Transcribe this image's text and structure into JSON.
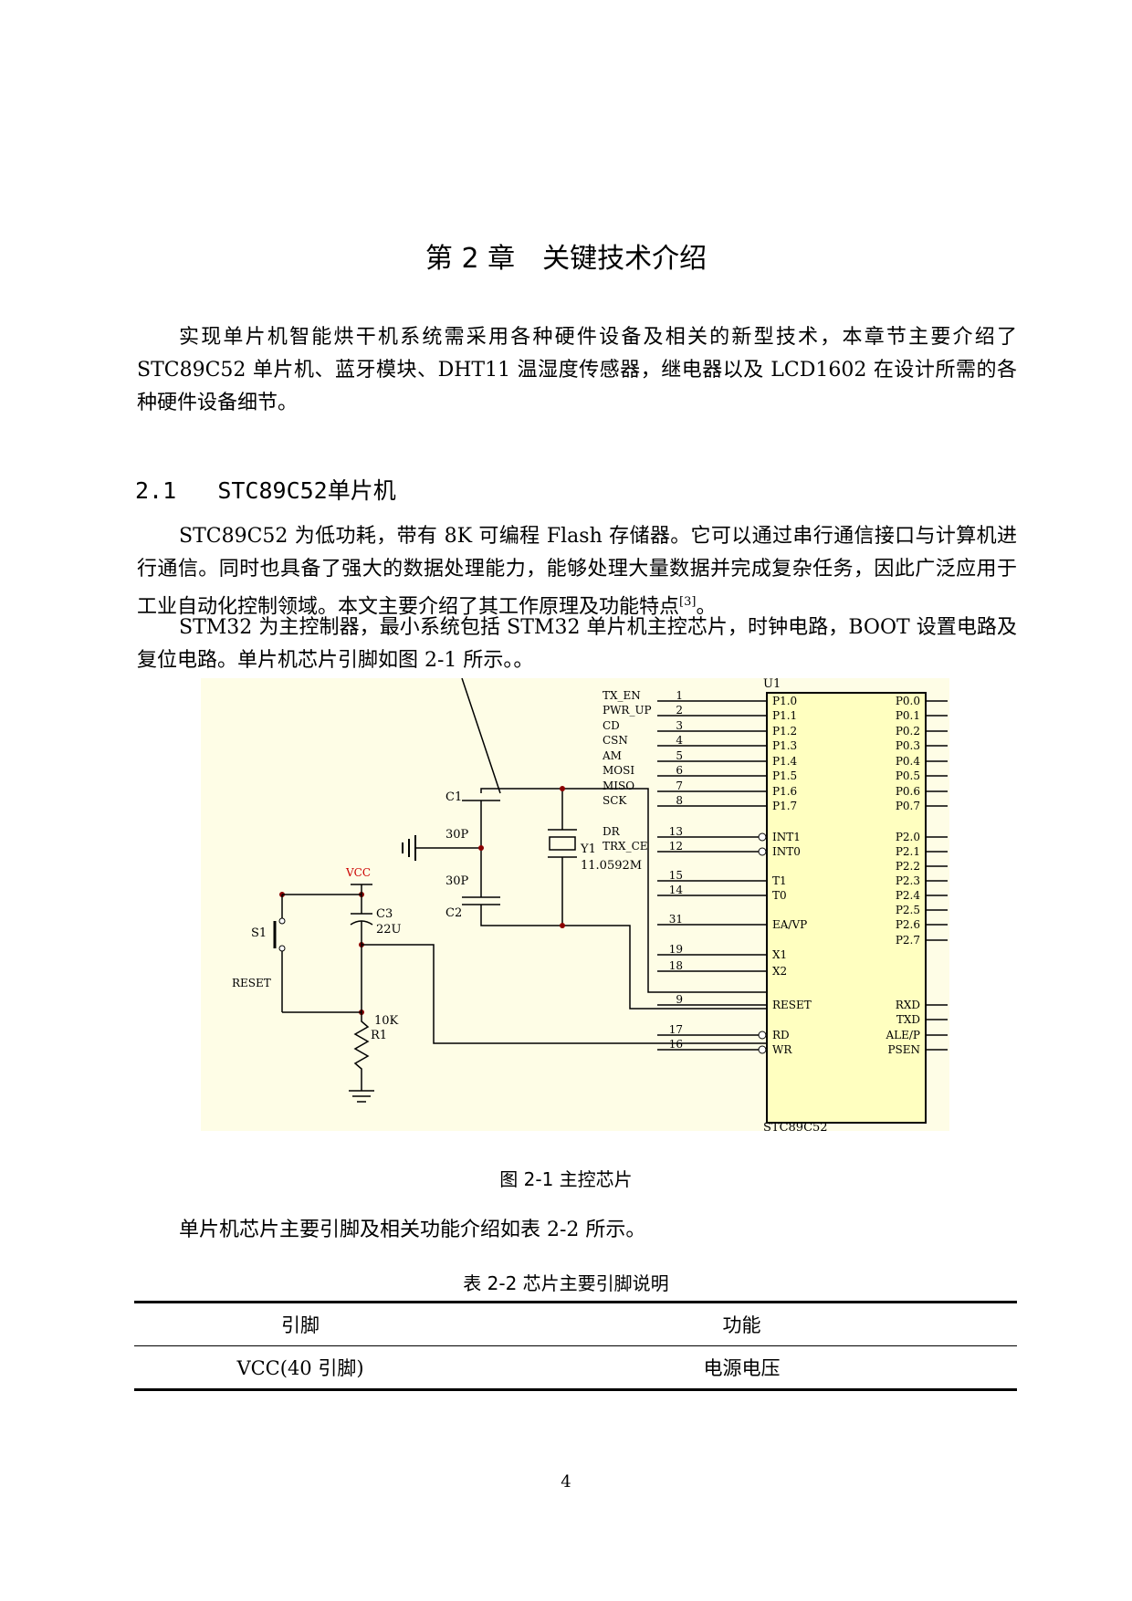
{
  "chapter_title": "第 2 章　关键技术介绍",
  "intro_paragraph": "实现单片机智能烘干机系统需采用各种硬件设备及相关的新型技术，本章节主要介绍了 STC89C52 单片机、蓝牙模块、DHT11 温湿度传感器，继电器以及 LCD1602 在设计所需的各种硬件设备细节。",
  "section": {
    "number": "2.1",
    "name_mono": "STC89C52",
    "name_cjk": "单片机",
    "paragraph1": "STC89C52 为低功耗，带有 8K 可编程 Flash 存储器。它可以通过串行通信接口与计算机进行通信。同时也具备了强大的数据处理能力，能够处理大量数据并完成复杂任务，因此广泛应用于工业自动化控制领域。本文主要介绍了其工作原理及功能特点",
    "citation": "[3]",
    "paragraph1_end": "。",
    "paragraph2": "STM32 为主控制器，最小系统包括 STM32 单片机主控芯片，时钟电路，BOOT 设置电路及复位电路。单片机芯片引脚如图 2-1 所示。。"
  },
  "figure": {
    "caption": "图 2-1 主控芯片",
    "chip_ref": "U1",
    "chip_name": "STC89C52",
    "left_pins": [
      {
        "net": "TX_EN",
        "num": "1",
        "pin": "P1.0"
      },
      {
        "net": "PWR_UP",
        "num": "2",
        "pin": "P1.1"
      },
      {
        "net": "CD",
        "num": "3",
        "pin": "P1.2"
      },
      {
        "net": "CSN",
        "num": "4",
        "pin": "P1.3"
      },
      {
        "net": "AM",
        "num": "5",
        "pin": "P1.4"
      },
      {
        "net": "MOSI",
        "num": "6",
        "pin": "P1.5"
      },
      {
        "net": "MISO",
        "num": "7",
        "pin": "P1.6"
      },
      {
        "net": "SCK",
        "num": "8",
        "pin": "P1.7"
      },
      {
        "net": "DR",
        "num": "13",
        "pin": "INT1"
      },
      {
        "net": "TRX_CE",
        "num": "12",
        "pin": "INT0"
      },
      {
        "net": "",
        "num": "15",
        "pin": "T1"
      },
      {
        "net": "",
        "num": "14",
        "pin": "T0"
      },
      {
        "net": "",
        "num": "31",
        "pin": "EA/VP"
      },
      {
        "net": "",
        "num": "19",
        "pin": "X1"
      },
      {
        "net": "",
        "num": "18",
        "pin": "X2"
      },
      {
        "net": "",
        "num": "9",
        "pin": "RESET"
      },
      {
        "net": "",
        "num": "17",
        "pin": "RD"
      },
      {
        "net": "",
        "num": "16",
        "pin": "WR"
      }
    ],
    "right_pins": [
      "P0.0",
      "P0.1",
      "P0.2",
      "P0.3",
      "P0.4",
      "P0.5",
      "P0.6",
      "P0.7",
      "P2.0",
      "P2.1",
      "P2.2",
      "P2.3",
      "P2.4",
      "P2.5",
      "P2.6",
      "P2.7",
      "RXD",
      "TXD",
      "ALE/P",
      "PSEN"
    ],
    "components": {
      "c1": "C1",
      "c1_val": "30P",
      "c2": "C2",
      "c2_val": "30P",
      "y1": "Y1",
      "y1_val": "11.0592M",
      "vcc": "VCC",
      "c3": "C3",
      "c3_val": "22U",
      "s1": "S1",
      "reset": "RESET",
      "r1": "R1",
      "r1_val": "10K"
    }
  },
  "table_intro": "单片机芯片主要引脚及相关功能介绍如表 2-2 所示。",
  "table": {
    "caption": "表 2-2  芯片主要引脚说明",
    "headers": [
      "引脚",
      "功能"
    ],
    "rows": [
      [
        "VCC(40 引脚)",
        "电源电压"
      ]
    ]
  },
  "page_number": "4",
  "colors": {
    "figure_background": "#fefde6",
    "chip_fill": "#ffffc0",
    "vcc_label": "#cc0000",
    "wire": "#000080",
    "junction": "#8b0000"
  }
}
